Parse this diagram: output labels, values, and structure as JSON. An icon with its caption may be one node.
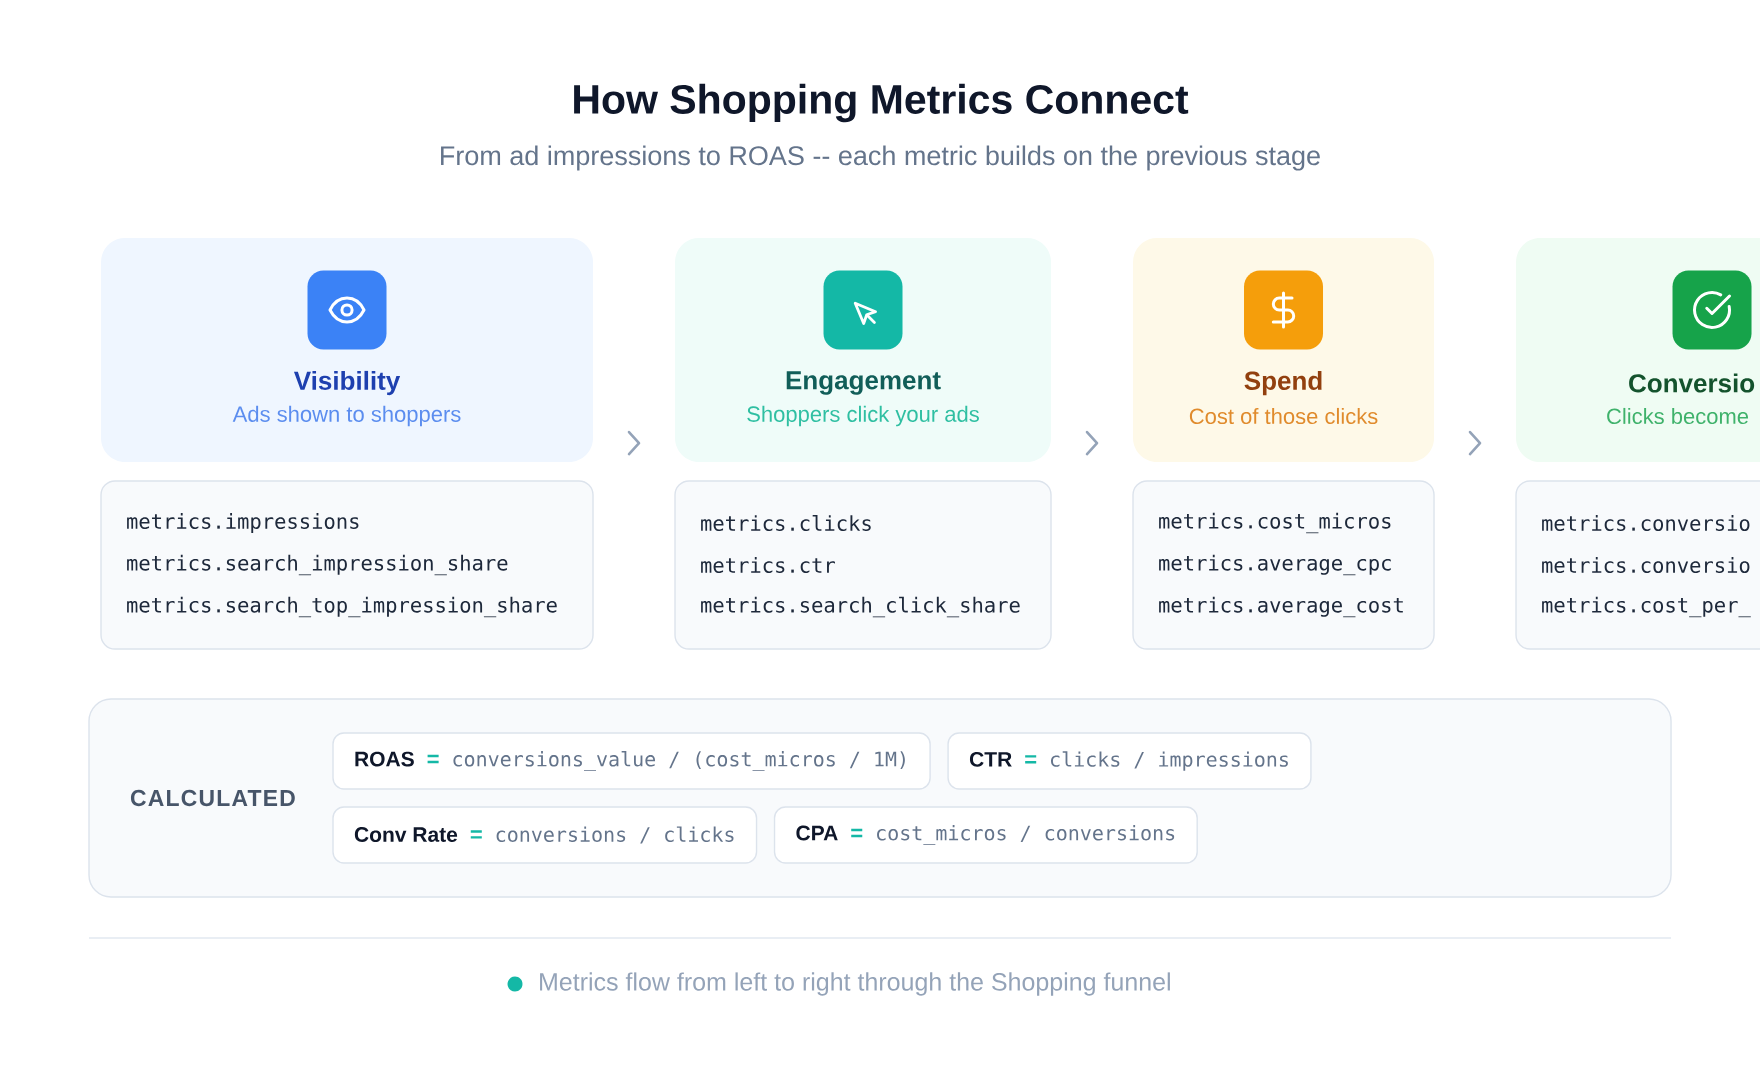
{
  "diagram": {
    "title": "How Shopping Metrics Connect",
    "nodes": [
      {
        "text": [
          "Visibility",
          "Ads shown to shoppers"
        ]
      },
      {
        "text": [
          "metrics.impressions",
          "metrics.search_impression_share",
          "metrics.search_top_impression_share"
        ]
      },
      {
        "text": [
          "Engagement",
          "Shoppers click your ads"
        ]
      },
      {
        "text": [
          "metrics.clicks",
          "metrics.ctr",
          "metrics.search_click_share"
        ]
      },
      {
        "text": [
          "Spend",
          "Cost of those clicks"
        ]
      },
      {
        "text": [
          "metrics.cost_micros",
          "metrics.average_cpc",
          "metrics.average_cost"
        ]
      },
      {
        "text": [
          "Conversio",
          "Clicks become"
        ]
      },
      {
        "text": [
          "metrics.conversio",
          "metrics.conversio",
          "metrics.cost_per_"
        ]
      },
      {
        "text": [
          "CALCULATED"
        ]
      },
      {
        "text": [
          "ROAS",
          "=",
          "conversions_value / (cost_micros / 1M)"
        ],
        "in": 8
      },
      {
        "text": [
          "CTR",
          "=",
          "clicks / impressions"
        ],
        "in": 8
      },
      {
        "text": [
          "Conv Rate",
          "=",
          "conversions / clicks"
        ],
        "in": 8
      },
      {
        "text": [
          "CPA",
          "=",
          "cost_micros / conversions"
        ],
        "in": 8
      }
    ],
    "edges": [
      {
        "from": 0,
        "to": 2,
        "arrow": "to"
      },
      {
        "from": 2,
        "to": 4,
        "arrow": "to"
      },
      {
        "from": 4,
        "to": 6,
        "arrow": "to"
      }
    ],
    "labels": [
      "From ad impressions to ROAS -- each metric builds on the previous stage",
      "Metrics flow from left to right through the Shopping funnel"
    ]
  }
}
